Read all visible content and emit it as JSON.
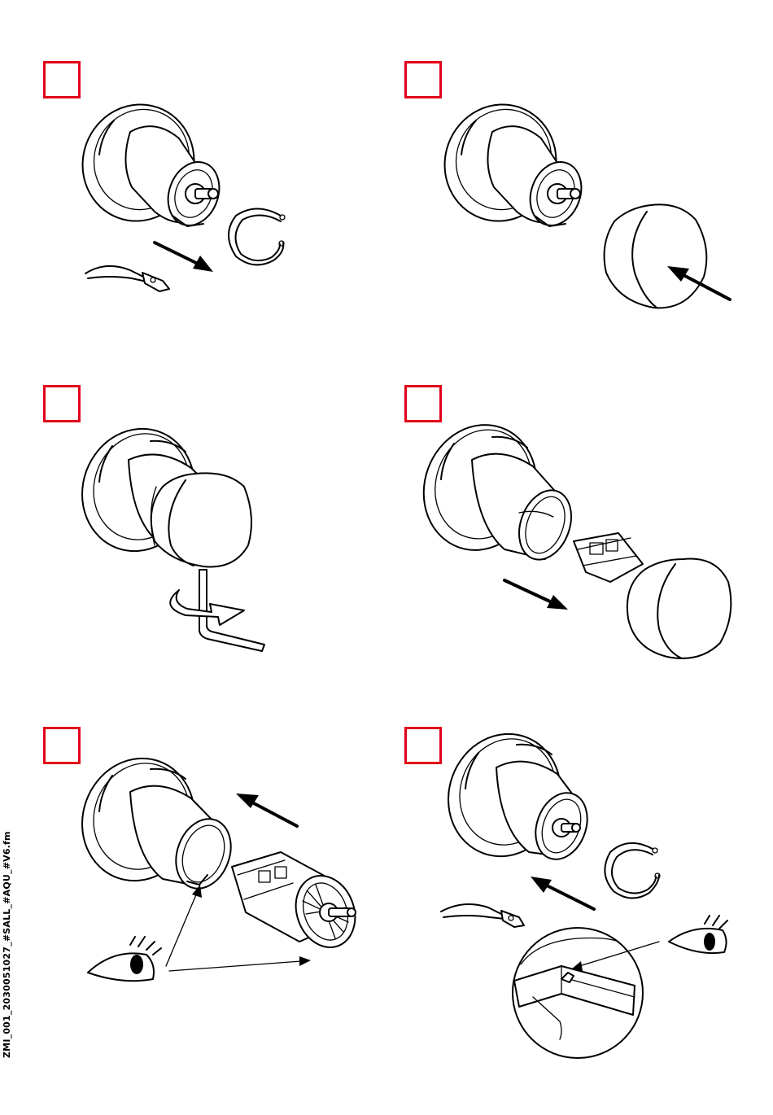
{
  "document": {
    "side_label": "ZMI_001_2030051027_#SALL_#AQU_#V6.fm",
    "accent_color": "#e2001a"
  },
  "steps": [
    {
      "id": 1,
      "box_label": "",
      "icons": [
        "rosette-icon",
        "retaining-ring-icon",
        "pliers-icon",
        "arrow-icon"
      ]
    },
    {
      "id": 2,
      "box_label": "",
      "icons": [
        "rosette-icon",
        "handle-knob-icon",
        "arrow-icon"
      ]
    },
    {
      "id": 3,
      "box_label": "",
      "icons": [
        "rosette-icon",
        "handle-knob-icon",
        "hex-key-icon",
        "rotate-arrow-icon"
      ]
    },
    {
      "id": 4,
      "box_label": "",
      "icons": [
        "rosette-icon",
        "cartridge-icon",
        "arrow-icon"
      ]
    },
    {
      "id": 5,
      "box_label": "",
      "icons": [
        "rosette-icon",
        "cartridge-icon",
        "eye-icon",
        "arrow-icon"
      ]
    },
    {
      "id": 6,
      "box_label": "",
      "icons": [
        "rosette-icon",
        "retaining-ring-icon",
        "pliers-icon",
        "eye-icon",
        "detail-magnifier-icon"
      ]
    }
  ]
}
